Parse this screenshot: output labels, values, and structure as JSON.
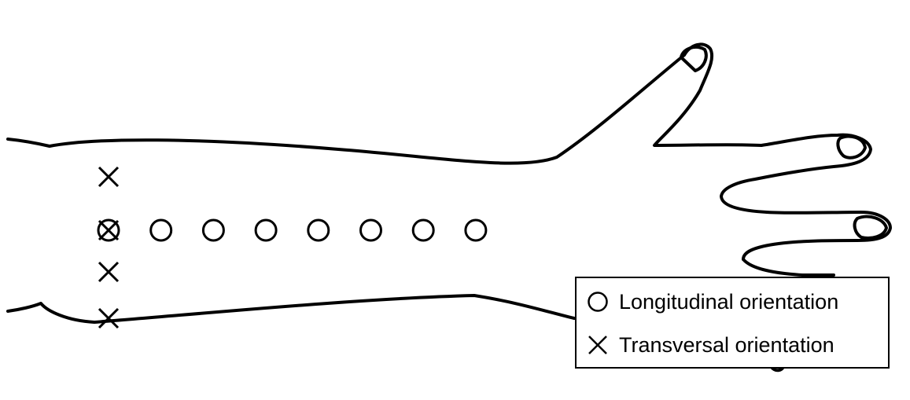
{
  "diagram": {
    "markers": {
      "longitudinal_count": 8,
      "transversal_count": 4
    },
    "legend": {
      "items": [
        {
          "symbol": "circle",
          "label": "Longitudinal orientation"
        },
        {
          "symbol": "cross",
          "label": "Transversal orientation"
        }
      ]
    },
    "colors": {
      "stroke": "#000000",
      "background": "#ffffff"
    }
  }
}
